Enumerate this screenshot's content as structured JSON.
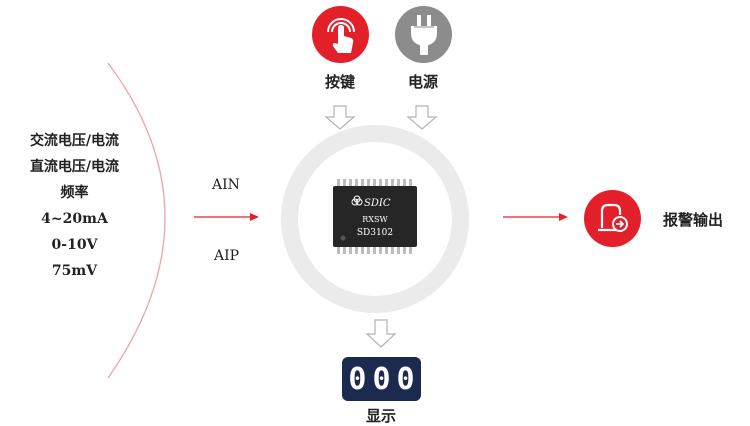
{
  "inputs": {
    "signals": [
      "交流电压/电流",
      "直流电压/电流",
      "频率",
      "4~20mA",
      "0-10V",
      "75mV"
    ],
    "pins": {
      "top": "AIN",
      "bottom": "AIP"
    }
  },
  "top_icons": [
    {
      "label": "按键",
      "icon": "touch-finger-icon",
      "color": "#e3202a"
    },
    {
      "label": "电源",
      "icon": "power-plug-icon",
      "color": "#8c8c8c"
    }
  ],
  "chip": {
    "brand": "SDIC",
    "line1": "RXSW",
    "line2": "SD3102"
  },
  "output": {
    "label": "报警输出",
    "icon": "alarm-output-icon",
    "color": "#e3202a"
  },
  "display": {
    "digits": "000",
    "label": "显示"
  },
  "colors": {
    "accent": "#e3202a",
    "gray": "#8c8c8c",
    "display_bg": "#1b2a4e",
    "hub": "#eeeeee"
  }
}
